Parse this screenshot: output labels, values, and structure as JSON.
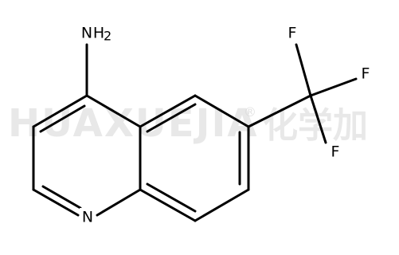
{
  "molecule": {
    "atoms": {
      "amine_N": "N",
      "amine_H": "H",
      "amine_sub": "2",
      "ring_N": "N",
      "fluorine_1": "F",
      "fluorine_2": "F",
      "fluorine_3": "F"
    }
  },
  "watermark": {
    "latin": "HUAXUEJIA",
    "registered": "®",
    "chinese": "化学加"
  },
  "colors": {
    "background": "#ffffff",
    "bond": "#000000",
    "label": "#000000",
    "watermark": "#d6d6d6"
  }
}
